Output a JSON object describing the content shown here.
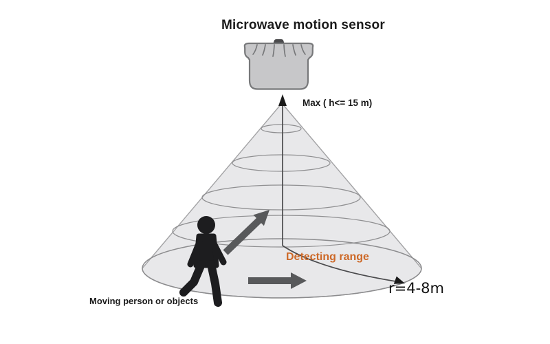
{
  "title": "Microwave motion sensor",
  "labels": {
    "max_height": "Max ( h<= 15 m)",
    "detecting_range": "Detecting range",
    "moving_person": "Moving person or objects",
    "radius": "r=4-8m"
  },
  "colors": {
    "background": "#ffffff",
    "text": "#1a1a1a",
    "accent_orange": "#cd6928",
    "cone_fill": "#e8e8ea",
    "cone_stroke": "#9a9a9c",
    "ellipse_stroke": "#8f8f91",
    "sensor_fill": "#c7c7c9",
    "sensor_stroke": "#77787a",
    "axis_line": "#4a4a4c",
    "motion_arrow": "#58595b",
    "silhouette": "#1d1d1f"
  },
  "icons": {
    "sensor": "microwave-sensor-icon",
    "cone": "detection-cone",
    "person": "walking-person-icon",
    "motion_arrow_diagonal": "up-right-arrow-icon",
    "motion_arrow_horizontal": "right-arrow-icon",
    "height_axis": "up-arrow-icon",
    "radius_pointer": "radius-arrow-icon"
  }
}
